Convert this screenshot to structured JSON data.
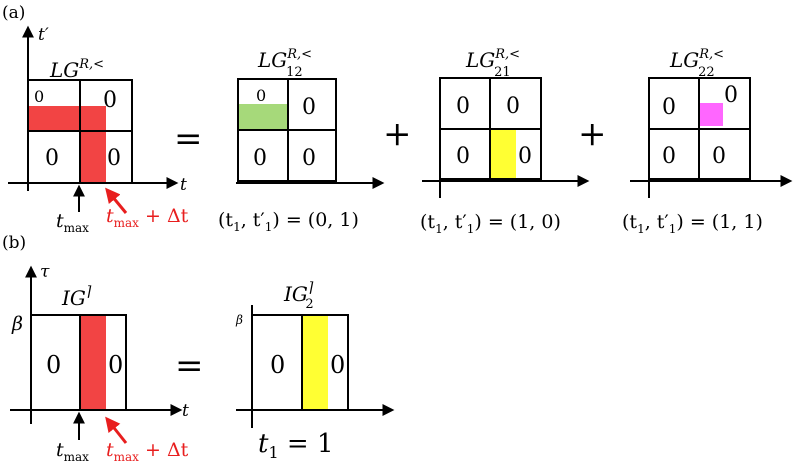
{
  "colors": {
    "red": "#f24444",
    "green": "#a6d97a",
    "yellow": "#ffff33",
    "magenta": "#ff66ff",
    "annot_red": "#e81e1e"
  },
  "panel_a": {
    "label": "(a)",
    "axis_y": "t′",
    "axis_x": "t",
    "tmax": "t",
    "tmax_sub": "max",
    "tmax_dt": "t",
    "tmax_dt_sub": "max",
    "tmax_dt_rest": " + Δt",
    "equals": "=",
    "plus1": "+",
    "plus2": "+",
    "main": {
      "title_base": "LG",
      "title_sup": "R,<",
      "cells": [
        "0",
        "0",
        "0",
        "0"
      ]
    },
    "g12": {
      "title_base": "LG",
      "title_sup": "R,<",
      "title_sub": "12",
      "cells": [
        "0",
        "0",
        "0",
        "0"
      ],
      "caption_lhs": "(t",
      "caption_mid": ", t′",
      "caption_rhs": ") = (0, 1)",
      "caption_sub1": "1",
      "caption_sub2": "1"
    },
    "g21": {
      "title_base": "LG",
      "title_sup": "R,<",
      "title_sub": "21",
      "cells": [
        "0",
        "0",
        "0",
        "0"
      ],
      "caption_lhs": "(t",
      "caption_mid": ", t′",
      "caption_rhs": ") = (1, 0)",
      "caption_sub1": "1",
      "caption_sub2": "1"
    },
    "g22": {
      "title_base": "LG",
      "title_sup": "R,<",
      "title_sub": "22",
      "cells": [
        "0",
        "0",
        "0",
        "0"
      ],
      "caption_lhs": "(t",
      "caption_mid": ", t′",
      "caption_rhs": ") = (1, 1)",
      "caption_sub1": "1",
      "caption_sub2": "1"
    }
  },
  "panel_b": {
    "label": "(b)",
    "axis_y": "τ",
    "axis_x": "t",
    "beta": "β",
    "beta_small": "β",
    "tmax": "t",
    "tmax_sub": "max",
    "tmax_dt": "t",
    "tmax_dt_sub": "max",
    "tmax_dt_rest": " + Δt",
    "equals": "=",
    "main": {
      "title_base": "IG",
      "title_sup": "⌉",
      "cells": [
        "0",
        "0"
      ]
    },
    "g2": {
      "title_base": "IG",
      "title_sup": "⌉",
      "title_sub": "2",
      "cells": [
        "0",
        "0"
      ],
      "caption_lhs": "t",
      "caption_sub": "1",
      "caption_rhs": " = 1"
    }
  }
}
